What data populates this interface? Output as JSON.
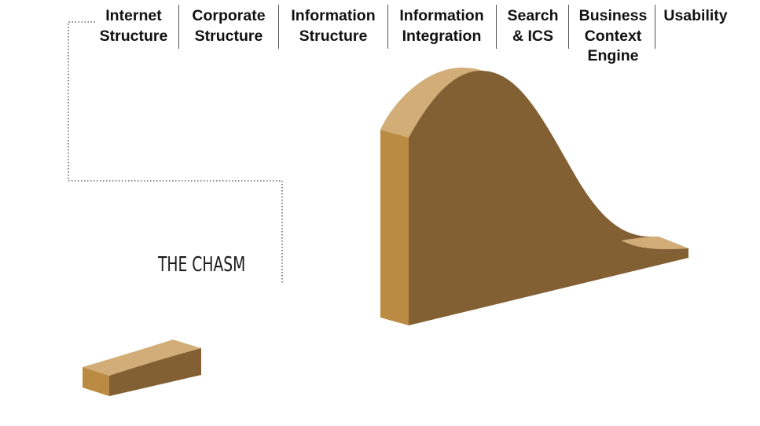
{
  "header": {
    "columns": [
      {
        "lines": [
          "Internet",
          "Structure"
        ]
      },
      {
        "lines": [
          "Corporate",
          "Structure"
        ]
      },
      {
        "lines": [
          "Information",
          "Structure"
        ]
      },
      {
        "lines": [
          "Information",
          "Integration"
        ]
      },
      {
        "lines": [
          "Search",
          "& ICS"
        ]
      },
      {
        "lines": [
          "Business",
          "Context",
          "Engine"
        ]
      },
      {
        "lines": [
          "Usability"
        ]
      }
    ]
  },
  "diagram": {
    "chasm_label": "THE CHASM",
    "colors": {
      "top_face": "#d3ad78",
      "front_face": "#836034",
      "side_face": "#bb8a43",
      "connector_line": "#444444"
    }
  }
}
